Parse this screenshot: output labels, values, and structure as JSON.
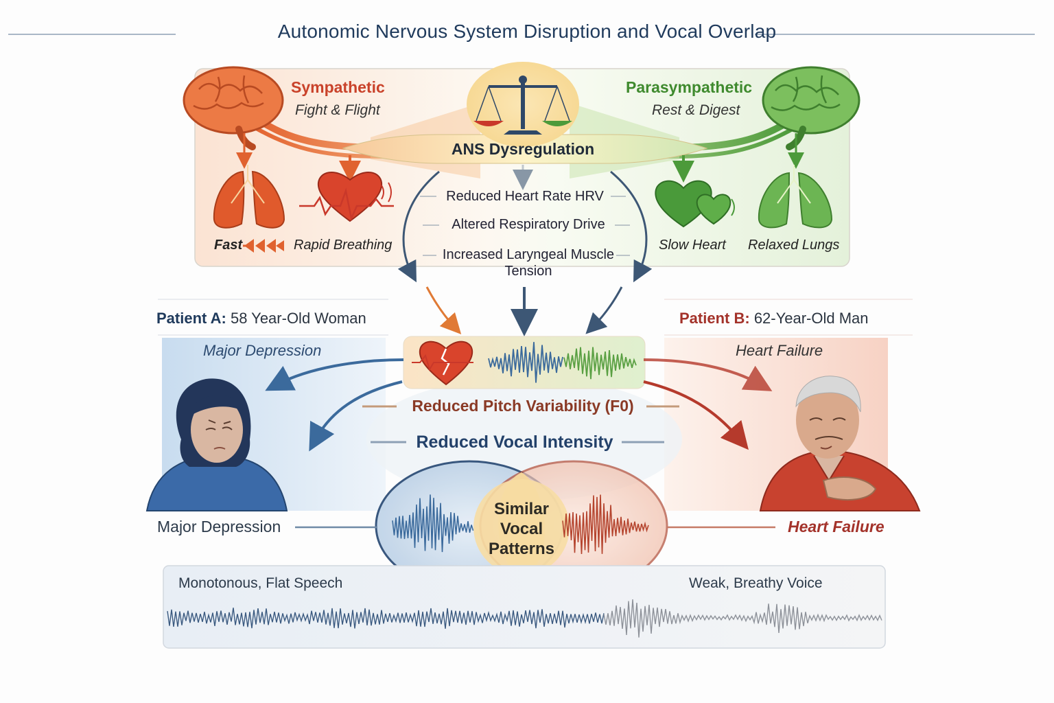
{
  "title": "Autonomic Nervous System Disruption and Vocal Overlap",
  "colors": {
    "sympathetic": "#d9562c",
    "parasympathetic": "#4a9a3a",
    "navy": "#1f3a5c",
    "patient_a": "#3b6a9c",
    "patient_b": "#b53a2c",
    "overlap": "#f6d08a"
  },
  "sympathetic": {
    "label": "Sympathetic",
    "subtitle": "Fight & Flight",
    "effect_fast": "Fast",
    "effect_breathing": "Rapid Breathing",
    "icons": [
      "brain-icon",
      "lungs-icon",
      "heartbeat-icon",
      "arrows-icon"
    ]
  },
  "parasympathetic": {
    "label": "Parasympathetic",
    "subtitle": "Rest & Digest",
    "effect_heart": "Slow Heart",
    "effect_lungs": "Relaxed Lungs",
    "icons": [
      "brain-icon",
      "hearts-icon",
      "lungs-icon"
    ]
  },
  "ans": {
    "label": "ANS Dysregulation",
    "icon": "balance-scale-icon",
    "effects": [
      "Reduced Heart Rate HRV",
      "Altered Respiratory Drive",
      "Increased Laryngeal Muscle",
      "Tension"
    ]
  },
  "patient_a": {
    "label": "Patient A:",
    "description": "58 Year-Old Woman",
    "condition": "Major Depression",
    "bottom_label": "Major Depression",
    "speech": "Monotonous, Flat Speech"
  },
  "patient_b": {
    "label": "Patient B:",
    "description": "62-Year-Old Man",
    "condition": "Heart Failure",
    "bottom_label": "Heart Failure",
    "speech": "Weak, Breathy Voice"
  },
  "voice": {
    "pitch": "Reduced Pitch Variability (F0)",
    "intensity": "Reduced Vocal Intensity",
    "overlap": [
      "Similar",
      "Vocal",
      "Patterns"
    ]
  }
}
